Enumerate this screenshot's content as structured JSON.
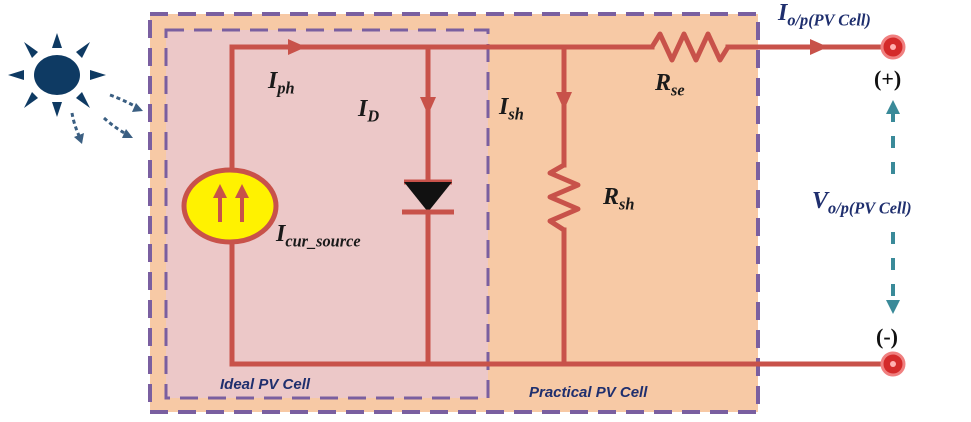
{
  "diagram": {
    "labels": {
      "i_ph": {
        "main": "I",
        "sub": "ph"
      },
      "i_d": {
        "main": "I",
        "sub": "D"
      },
      "i_sh": {
        "main": "I",
        "sub": "sh"
      },
      "r_se": {
        "main": "R",
        "sub": "se"
      },
      "r_sh": {
        "main": "R",
        "sub": "sh"
      },
      "i_cur_source": {
        "main": "I",
        "sub": "cur_source"
      },
      "i_out": {
        "main": "I",
        "sub": "o/p(PV Cell)"
      },
      "v_out": {
        "main": "V",
        "sub": "o/p(PV Cell)"
      }
    },
    "terminals": {
      "positive": "(+)",
      "negative": "(-)"
    },
    "boxes": {
      "ideal": "Ideal PV Cell",
      "practical": "Practical PV Cell"
    },
    "colors": {
      "wire": "#c8524a",
      "practical_fill": "#f7c9a5",
      "ideal_fill": "#ecc8c8",
      "dash_border": "#7a5fa0",
      "source_fill": "#fff200",
      "terminal": "#d42a2a",
      "voltage_arrow": "#3a8a99"
    }
  }
}
